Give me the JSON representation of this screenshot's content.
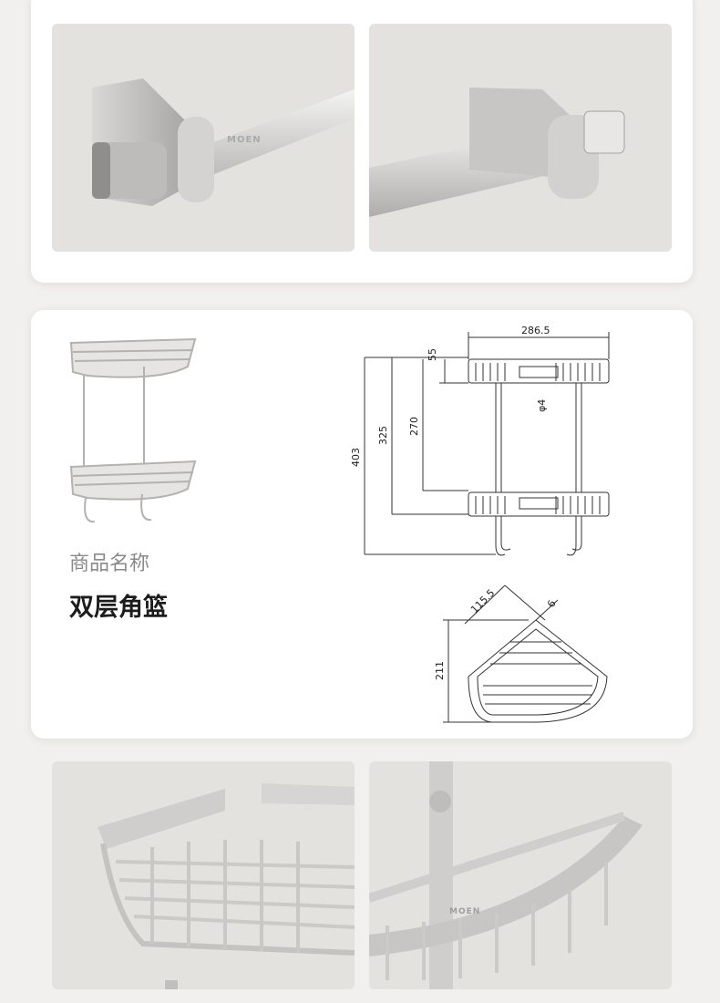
{
  "product": {
    "name_label": "商品名称",
    "name_value": "双层角篮"
  },
  "brand": {
    "logo_top": "MOEN",
    "logo_bottom": "MOEN"
  },
  "drawing": {
    "front_width": "286.5",
    "top_height": "55",
    "rod_diameter": "φ4",
    "total_height": "403",
    "hook_height": "325",
    "shelf_gap": "270",
    "side_length": "115.5",
    "edge_thickness": "6",
    "depth": "211"
  }
}
